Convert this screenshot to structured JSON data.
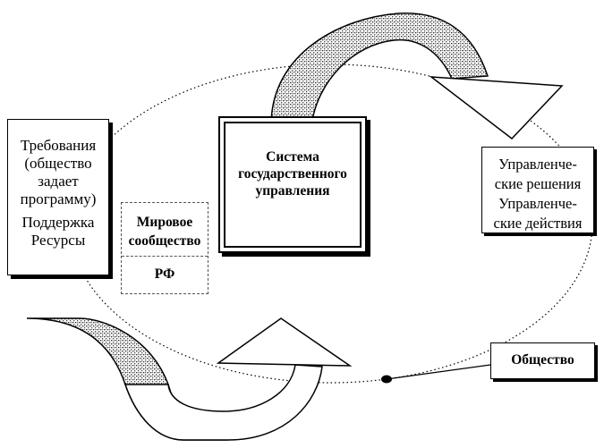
{
  "inputs_box": {
    "lines": [
      "Требования",
      "(общество",
      "задает",
      "программу)",
      "Поддержка",
      "Ресурсы"
    ]
  },
  "world_box": {
    "top_lines": [
      "Мировое",
      "сообщество"
    ],
    "bottom_label": "РФ"
  },
  "system_box": {
    "lines": [
      "Система",
      "государственного",
      "управления"
    ]
  },
  "outputs_box": {
    "lines": [
      "Управленче-",
      "ские решения",
      "Управленче-",
      "ские действия"
    ]
  },
  "society_box": {
    "label": "Общество"
  },
  "colors": {
    "line": "#000000",
    "arrow_texture": "#9a9a9a",
    "background": "#ffffff"
  }
}
